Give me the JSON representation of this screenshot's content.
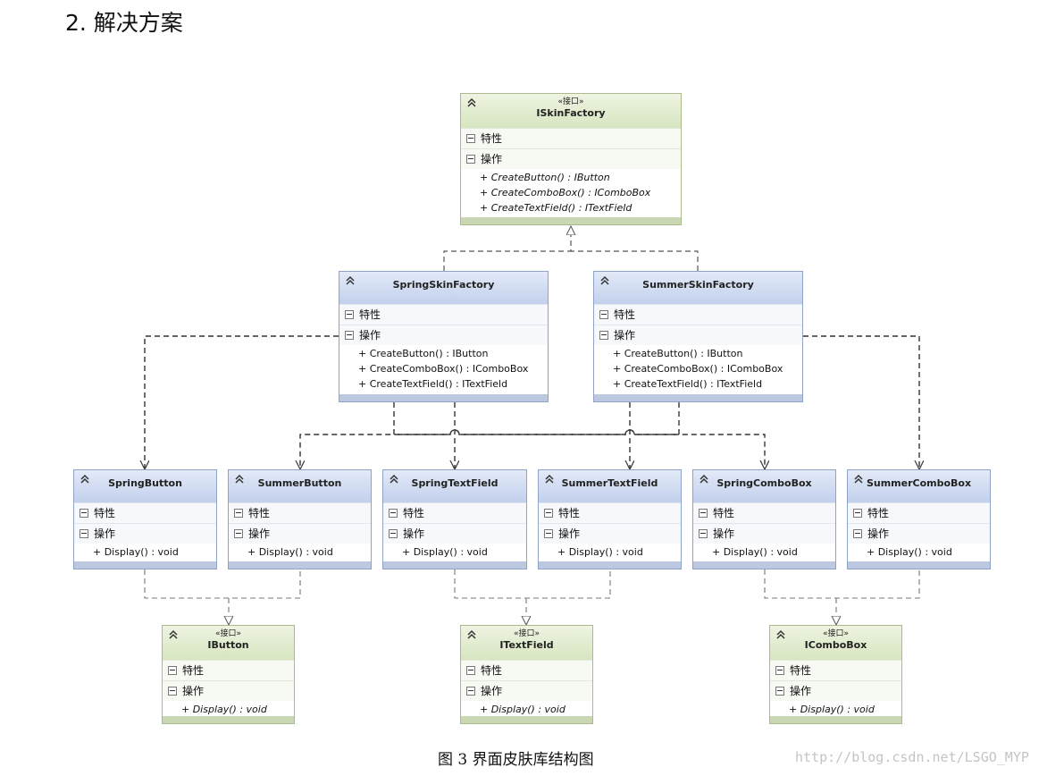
{
  "heading": "2. 解决方案",
  "caption": "图 3  界面皮肤库结构图",
  "watermark": "http://blog.csdn.net/LSGO_MYP",
  "section_labels": {
    "attributes": "特性",
    "operations": "操作"
  },
  "classes": {
    "iskinfactory": {
      "stereotype": "«接口»",
      "name": "ISkinFactory",
      "operations": [
        "+ CreateButton() : IButton",
        "+ CreateComboBox() : IComboBox",
        "+ CreateTextField() : ITextField"
      ]
    },
    "springskinfactory": {
      "name": "SpringSkinFactory",
      "operations": [
        "+ CreateButton() : IButton",
        "+ CreateComboBox() : IComboBox",
        "+ CreateTextField() : ITextField"
      ]
    },
    "summerskinfactory": {
      "name": "SummerSkinFactory",
      "operations": [
        "+ CreateButton() : IButton",
        "+ CreateComboBox() : IComboBox",
        "+ CreateTextField() : ITextField"
      ]
    },
    "springbutton": {
      "name": "SpringButton",
      "operations": [
        "+ Display() : void"
      ]
    },
    "summerbutton": {
      "name": "SummerButton",
      "operations": [
        "+ Display() : void"
      ]
    },
    "springtextfield": {
      "name": "SpringTextField",
      "operations": [
        "+ Display() : void"
      ]
    },
    "summertextfield": {
      "name": "SummerTextField",
      "operations": [
        "+ Display() : void"
      ]
    },
    "springcombobox": {
      "name": "SpringComboBox",
      "operations": [
        "+ Display() : void"
      ]
    },
    "summercombobox": {
      "name": "SummerComboBox",
      "operations": [
        "+ Display() : void"
      ]
    },
    "ibutton": {
      "stereotype": "«接口»",
      "name": "IButton",
      "operations": [
        "+ Display() : void"
      ]
    },
    "itextfield": {
      "stereotype": "«接口»",
      "name": "ITextField",
      "operations": [
        "+ Display() : void"
      ]
    },
    "icombobox": {
      "stereotype": "«接口»",
      "name": "IComboBox",
      "operations": [
        "+ Display() : void"
      ]
    }
  },
  "colors": {
    "class_header": "#c9d6ee",
    "interface_header": "#dce8c8",
    "connector": "#444444"
  }
}
